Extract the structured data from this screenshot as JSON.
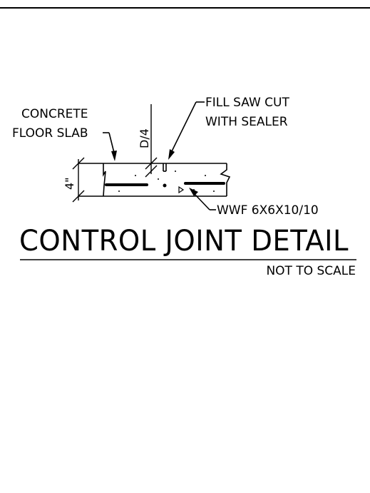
{
  "labels": {
    "slab_line1": "CONCRETE",
    "slab_line2": "FLOOR SLAB",
    "saw_line1": "FILL SAW CUT",
    "saw_line2": "WITH SEALER",
    "depth_ratio": "D/4",
    "thickness": "4\"",
    "mesh": "WWF 6X6X10/10"
  },
  "title": {
    "main": "CONTROL JOINT DETAIL",
    "scale_note": "NOT TO SCALE"
  }
}
